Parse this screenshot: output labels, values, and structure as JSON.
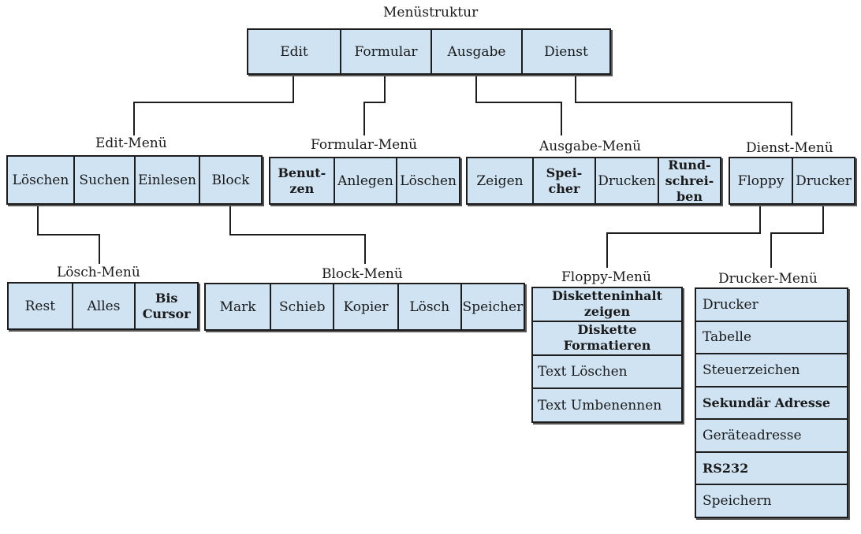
{
  "title": "Menüstruktur",
  "top_menu": [
    "Edit",
    "Formular",
    "Ausgabe",
    "Dienst"
  ],
  "edit_menu": {
    "title": "Edit-Menü",
    "items": [
      "Löschen",
      "Suchen",
      "Einlesen",
      "Block"
    ]
  },
  "formular_menu": {
    "title": "Formular-Menü",
    "items": [
      "Benut-\nzen",
      "Anlegen",
      "Löschen"
    ]
  },
  "ausgabe_menu": {
    "title": "Ausgabe-Menü",
    "items": [
      "Zeigen",
      "Spei-\ncher",
      "Drucken",
      "Rund-\nschrei-\nben"
    ]
  },
  "dienst_menu": {
    "title": "Dienst-Menü",
    "items": [
      "Floppy",
      "Drucker"
    ]
  },
  "loesch_menu": {
    "title": "Lösch-Menü",
    "items": [
      "Rest",
      "Alles",
      "Bis\nCursor"
    ]
  },
  "block_menu": {
    "title": "Block-Menü",
    "items": [
      "Mark",
      "Schieb",
      "Kopier",
      "Lösch",
      "Speicher"
    ]
  },
  "floppy_menu": {
    "title": "Floppy-Menü",
    "items": [
      "Disketteninhalt\nzeigen",
      "Diskette\nFormatieren",
      "Text Löschen",
      "Text Umbenennen"
    ]
  },
  "drucker_menu": {
    "title": "Drucker-Menü",
    "items": [
      "Drucker",
      "Tabelle",
      "Steuerzeichen",
      "Sekundär Adresse",
      "Geräteadresse",
      "RS232",
      "Speichern"
    ]
  },
  "colors": {
    "box_fill": "#cfe3f3",
    "line": "#1d1d1d"
  }
}
